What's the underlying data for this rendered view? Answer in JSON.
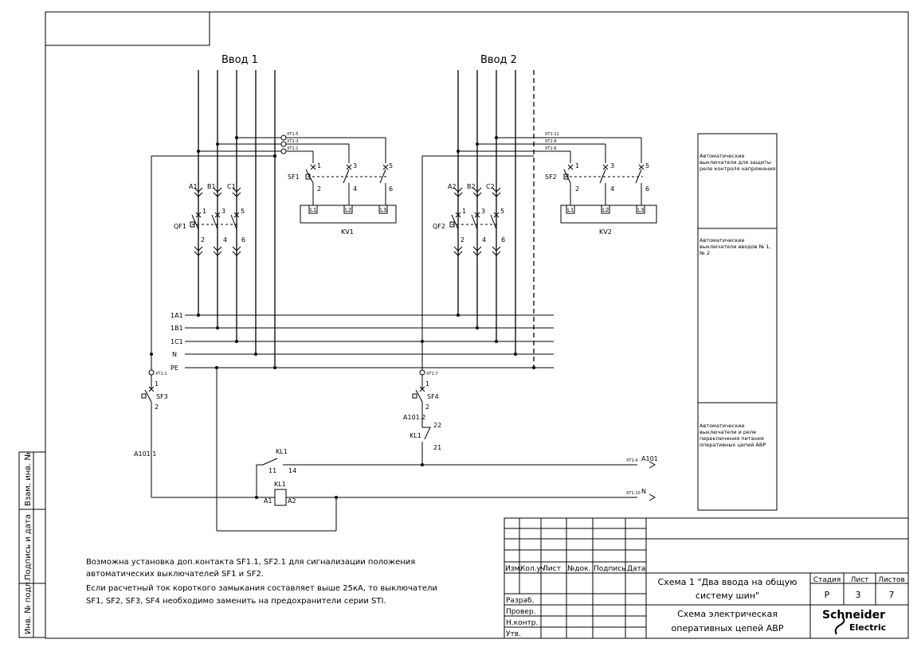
{
  "inputs": {
    "input1": "Ввод 1",
    "input2": "Ввод 2"
  },
  "buses": [
    "1A1",
    "1B1",
    "1C1",
    "N",
    "PE"
  ],
  "terminals": {
    "t1": "ХТ1:5",
    "t2": "ХТ1:3",
    "t3": "ХТ1:1",
    "t4": "ХТ1:11",
    "t5": "ХТ1:8",
    "t6": "ХТ1:6",
    "xt1_1": "ХТ1:1",
    "xt1_7": "ХТ1:7",
    "xt1_4": "ХТ1:4",
    "xt1_10": "ХТ1:10"
  },
  "devices": {
    "sf1": "SF1",
    "sf2": "SF2",
    "sf3": "SF3",
    "sf4": "SF4",
    "qf1": "QF1",
    "qf2": "QF2",
    "kv1": "KV1",
    "kv2": "KV2",
    "kl1": "KL1",
    "a1": "A1",
    "b1": "B1",
    "c1": "C1",
    "a2": "A2",
    "b2": "B2",
    "c2": "C2",
    "l1": "L1",
    "l2": "L2",
    "l3": "L3"
  },
  "pins": {
    "p1": "1",
    "p2": "2",
    "p3": "3",
    "p4": "4",
    "p5": "5",
    "p6": "6",
    "p11": "11",
    "p14": "14",
    "p21": "21",
    "p22": "22",
    "pa1": "A1",
    "pa2": "A2"
  },
  "wires": {
    "a1011": "A101.1",
    "a1012": "A101.2",
    "a101": "A101",
    "n": "N"
  },
  "side_panel": [
    "Автоматические выключатели для защиты реле контроля напряжения",
    "Автоматические выключатели вводов № 1, № 2",
    "Автоматические выключатели и реле переключения питания оперативных цепей АВР"
  ],
  "stamp_vertical": [
    "Инв. № подл.",
    "Подпись и дата",
    "Взам. инв. №"
  ],
  "notes": [
    "Возможна установка доп.контакта SF1.1, SF2.1 для сигнализации положения",
    "автоматических выключателей SF1 и SF2.",
    "Если расчетный ток короткого замыкания составляет выше 25кА, то выключатели",
    "SF1, SF2, SF3, SF4 необходимо заменить на предохранители серии STI."
  ],
  "title_block": {
    "col_headers": [
      "Изм.",
      "Кол.уч",
      "Лист",
      "№док.",
      "Подпись",
      "Дата"
    ],
    "roles": [
      "Разраб.",
      "Провер.",
      "Н.контр.",
      "Утв."
    ],
    "title1": [
      "Схема 1 \"Два ввода на общую",
      "систему шин\""
    ],
    "title2": [
      "Схема электрическая",
      "оперативных цепей АВР"
    ],
    "stage_h": "Стадия",
    "sheet_h": "Лист",
    "sheets_h": "Листов",
    "stage": "Р",
    "sheet": "3",
    "sheets": "7",
    "logo1": "Schneider",
    "logo2": "Electric"
  }
}
